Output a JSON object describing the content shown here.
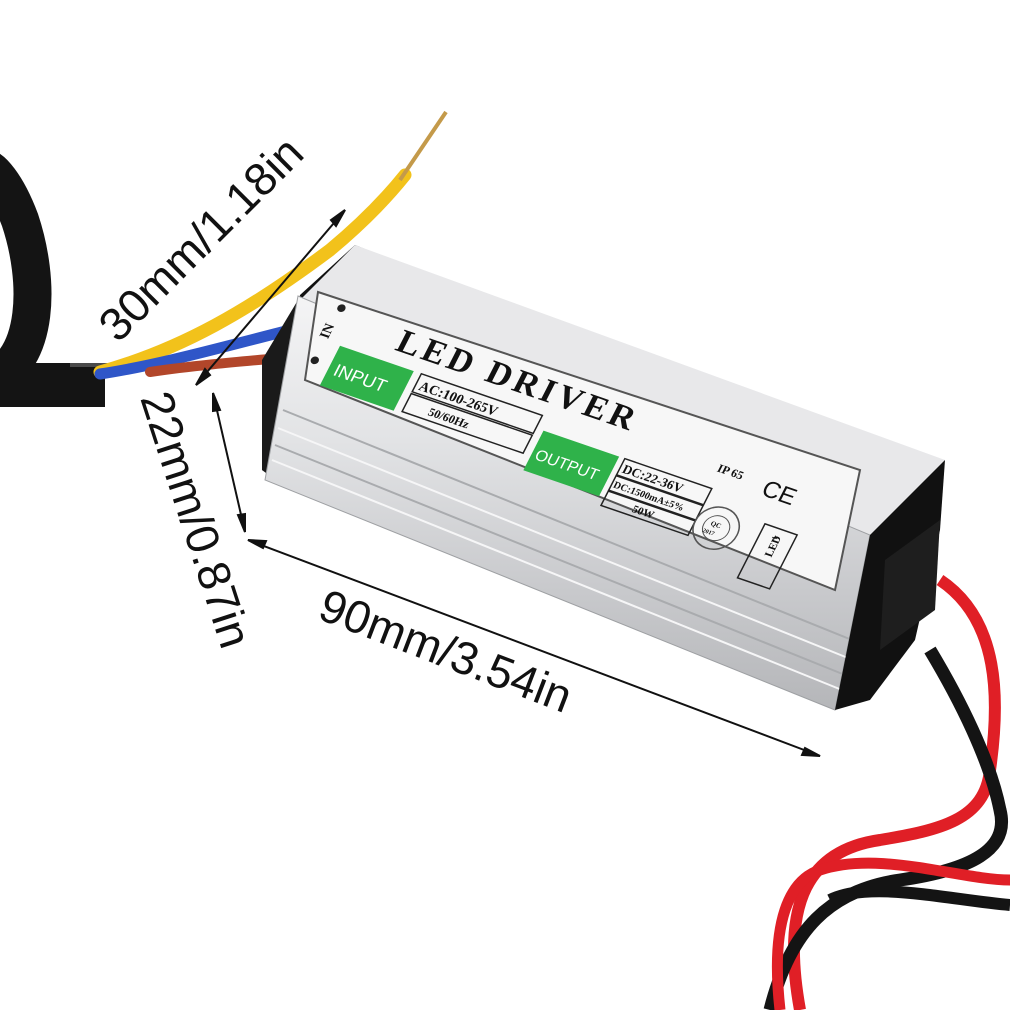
{
  "dimensions": {
    "width_label": "30mm/1.18in",
    "height_label": "22mm/0.87in",
    "length_label": "90mm/3.54in"
  },
  "label": {
    "in_mark": "IN",
    "title": "LED DRIVER",
    "input_badge": "INPUT",
    "ac_range": "AC:100-265V",
    "frequency": "50/60Hz",
    "output_badge": "OUTPUT",
    "dc_range": "DC:22-36V",
    "dc_current": "DC:1500mA±5%",
    "power": "50W",
    "ip_rating": "IP 65",
    "ce_mark": "CE",
    "qc_text": "QC",
    "qc_year": "2017",
    "led_mark": "LED"
  },
  "colors": {
    "badge_green": "#2fb24a",
    "casing_silver": "#d9dadc",
    "wire_yellow": "#f2c21b",
    "wire_blue": "#2f56c8",
    "wire_brown": "#b2462a",
    "wire_red": "#e01f26",
    "cable_black": "#141414"
  }
}
